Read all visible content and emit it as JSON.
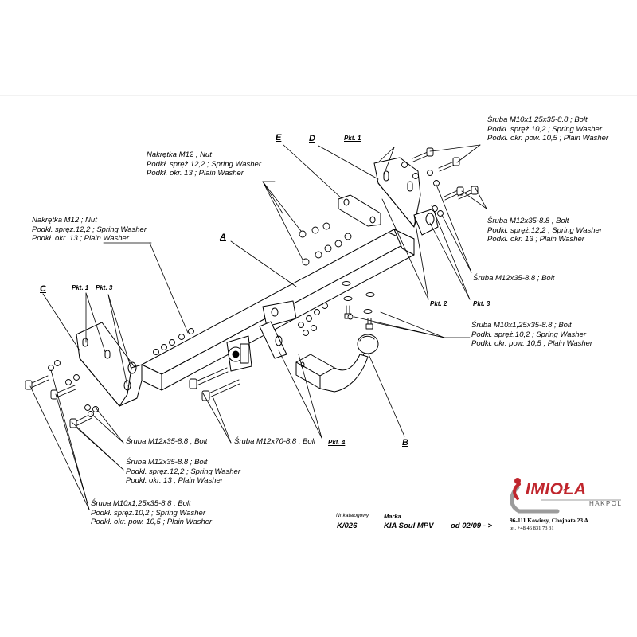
{
  "parts": {
    "A": "A",
    "B": "B",
    "C": "C",
    "D": "D",
    "E": "E"
  },
  "points": {
    "pkt1_top": "Pkt. 1",
    "pkt1_left": "Pkt. 1",
    "pkt3_left": "Pkt. 3",
    "pkt2": "Pkt. 2",
    "pkt3_right": "Pkt. 3",
    "pkt4": "Pkt. 4"
  },
  "callouts": {
    "top_right": [
      "Śruba M10x1,25x35-8.8 ;  Bolt",
      "Podkł. spręż.10,2 ; Spring Washer",
      "Podkł. okr. pow. 10,5 ; Plain Washer"
    ],
    "right_mid": [
      "Śruba M12x35-8.8 ;  Bolt",
      "Podkł. spręż.12,2 ; Spring Washer",
      "Podkł. okr. 13 ; Plain Washer"
    ],
    "right_bolt": "Śruba M12x35-8.8 ;  Bolt",
    "right_lower": [
      "Śruba M10x1,25x35-8.8 ;  Bolt",
      "Podkł. spręż.10,2 ; Spring Washer",
      "Podkł. okr. pow. 10,5 ; Plain Washer"
    ],
    "top_center": [
      "Nakrętka  M12 ; Nut",
      "Podkł. spręż.12,2 ; Spring Washer",
      "Podkł. okr. 13 ; Plain Washer"
    ],
    "left_upper": [
      "Nakrętka  M12 ; Nut",
      "Podkł. spręż.12,2 ; Spring Washer",
      "Podkł. okr. 13 ; Plain Washer"
    ],
    "bottom_bolt_35": "Śruba M12x35-8.8 ;  Bolt",
    "bottom_bolt_70": "Śruba M12x70-8.8 ;  Bolt",
    "bottom_mid": [
      "Śruba M12x35-8.8 ;  Bolt",
      "Podkł. spręż.12,2 ; Spring Washer",
      "Podkł. okr. 13 ; Plain Washer"
    ],
    "bottom_left": [
      "Śruba M10x1,25x35-8.8 ;  Bolt",
      "Podkł. spręż.10,2 ; Spring Washer",
      "Podkł. okr. pow. 10,5 ; Plain Washer"
    ]
  },
  "title_block": {
    "catalog_label": "Nr katalogowy",
    "catalog_no": "K/026",
    "make_label": "Marka",
    "make_value": "KIA Soul MPV",
    "date_from": "od  02/09 - >"
  },
  "company": {
    "logo_text": "IMIOŁA",
    "logo_sub": "HAKPOL",
    "address": "96-111 Kowiesy, Chojnata 23 A",
    "phone": "tel. +48 46 831 73 31",
    "logo_color": "#c0262d"
  }
}
